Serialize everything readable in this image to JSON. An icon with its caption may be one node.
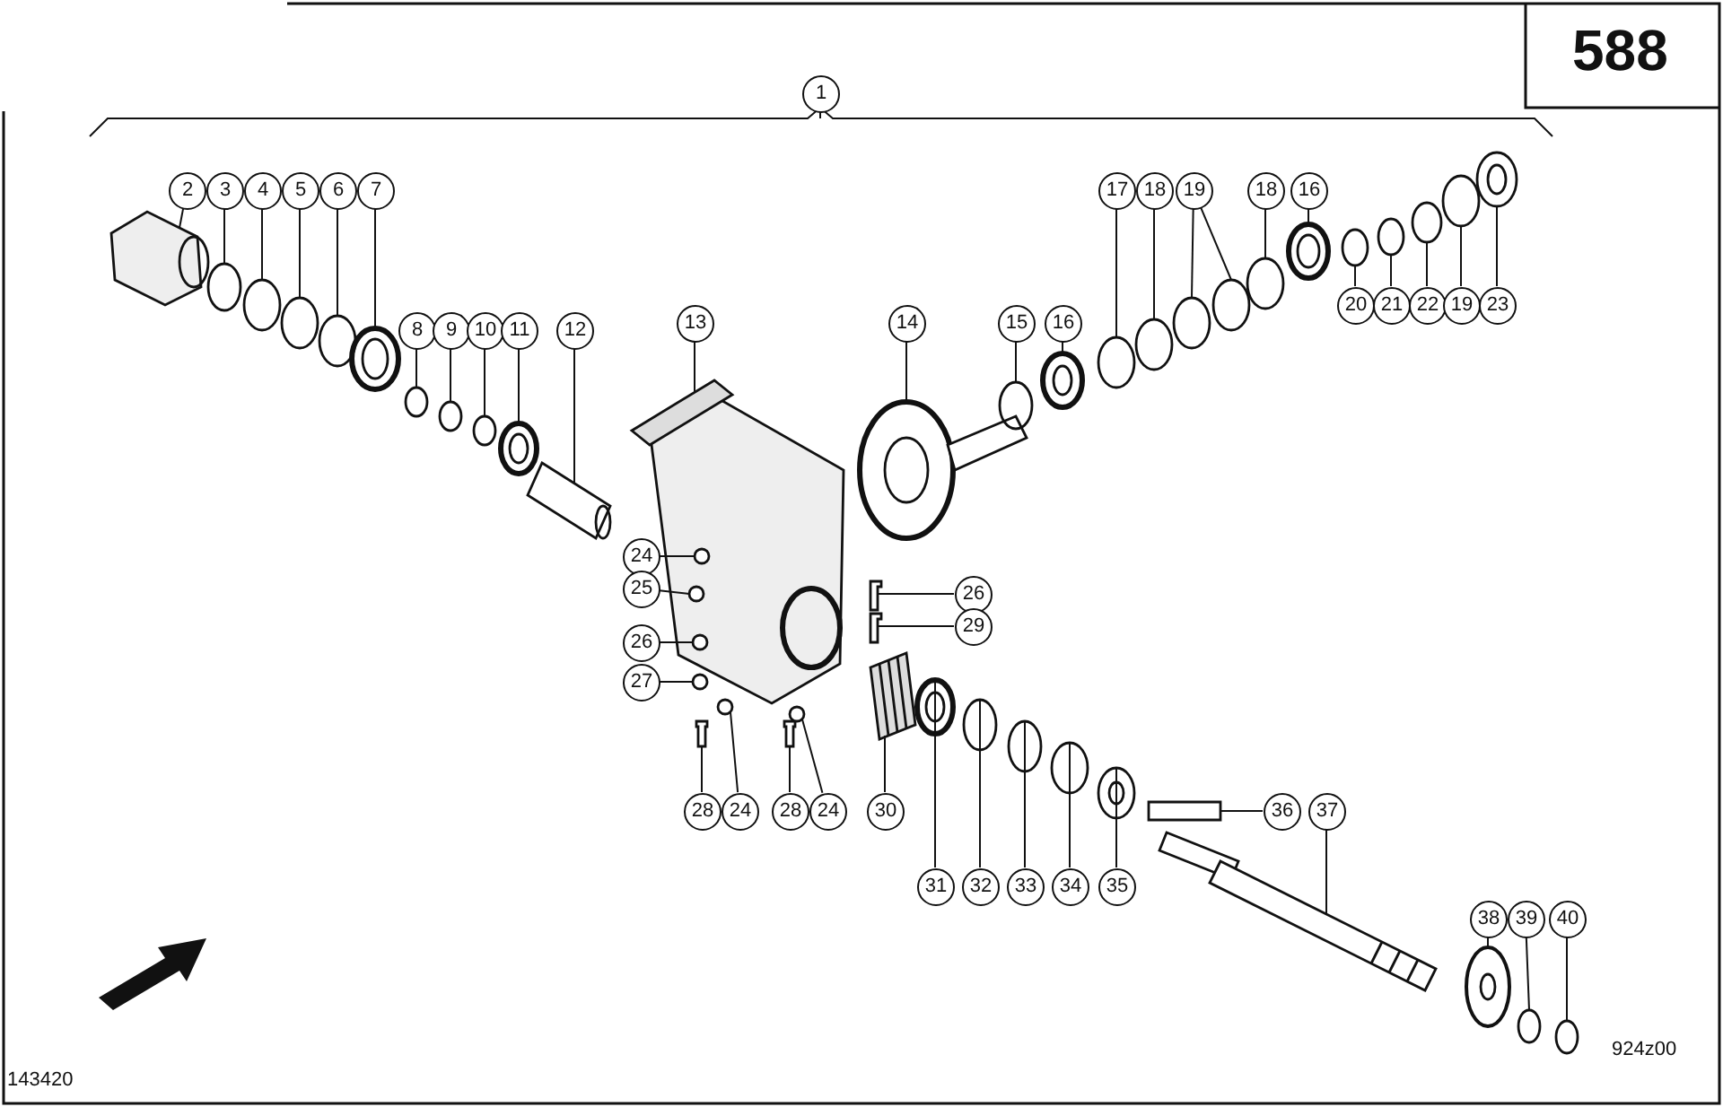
{
  "diagram": {
    "nodes": [
      {
        "text": [
          "1"
        ]
      },
      {
        "text": [
          "2"
        ]
      },
      {
        "text": [
          "3"
        ]
      },
      {
        "text": [
          "4"
        ]
      },
      {
        "text": [
          "5"
        ]
      },
      {
        "text": [
          "6"
        ]
      },
      {
        "text": [
          "7"
        ]
      },
      {
        "text": [
          "17"
        ]
      },
      {
        "text": [
          "18"
        ]
      },
      {
        "text": [
          "19"
        ]
      },
      {
        "text": [
          "18"
        ]
      },
      {
        "text": [
          "16"
        ]
      },
      {
        "text": [
          "20"
        ]
      },
      {
        "text": [
          "21"
        ]
      },
      {
        "text": [
          "22"
        ]
      },
      {
        "text": [
          "19"
        ]
      },
      {
        "text": [
          "23"
        ]
      },
      {
        "text": [
          "8"
        ]
      },
      {
        "text": [
          "9"
        ]
      },
      {
        "text": [
          "10"
        ]
      },
      {
        "text": [
          "11"
        ]
      },
      {
        "text": [
          "12"
        ]
      },
      {
        "text": [
          "13"
        ]
      },
      {
        "text": [
          "14"
        ]
      },
      {
        "text": [
          "15"
        ]
      },
      {
        "text": [
          "16"
        ]
      },
      {
        "text": [
          "24"
        ]
      },
      {
        "text": [
          "25"
        ]
      },
      {
        "text": [
          "26"
        ]
      },
      {
        "text": [
          "29"
        ]
      },
      {
        "text": [
          "26"
        ]
      },
      {
        "text": [
          "27"
        ]
      },
      {
        "text": [
          "28"
        ]
      },
      {
        "text": [
          "24"
        ]
      },
      {
        "text": [
          "28"
        ]
      },
      {
        "text": [
          "24"
        ]
      },
      {
        "text": [
          "30"
        ]
      },
      {
        "text": [
          "36"
        ]
      },
      {
        "text": [
          "37"
        ]
      },
      {
        "text": [
          "31"
        ]
      },
      {
        "text": [
          "32"
        ]
      },
      {
        "text": [
          "33"
        ]
      },
      {
        "text": [
          "34"
        ]
      },
      {
        "text": [
          "35"
        ]
      },
      {
        "text": [
          "38"
        ]
      },
      {
        "text": [
          "39"
        ]
      },
      {
        "text": [
          "40"
        ]
      },
      {
        "text": [],
        "shape": "picture"
      },
      {
        "text": [],
        "shape": "circle"
      },
      {
        "text": [],
        "shape": "circle"
      },
      {
        "text": [],
        "shape": "circle"
      },
      {
        "text": [],
        "shape": "circle"
      },
      {
        "text": [],
        "shape": "picture"
      },
      {
        "text": [],
        "shape": "circle"
      },
      {
        "text": [],
        "shape": "circle"
      },
      {
        "text": [],
        "shape": "circle"
      },
      {
        "text": [],
        "shape": "circle"
      },
      {
        "text": [],
        "shape": "circle"
      },
      {
        "text": [],
        "shape": "picture"
      },
      {
        "text": [],
        "shape": "circle"
      },
      {
        "text": [],
        "shape": "circle"
      },
      {
        "text": [],
        "shape": "circle"
      },
      {
        "text": [],
        "shape": "circle"
      },
      {
        "text": [],
        "shape": "picture"
      },
      {
        "text": [],
        "shape": "circle"
      },
      {
        "text": [],
        "shape": "circle"
      },
      {
        "text": [],
        "shape": "circle"
      },
      {
        "text": [],
        "shape": "picture"
      },
      {
        "text": [],
        "shape": "picture"
      },
      {
        "text": [],
        "shape": "picture"
      },
      {
        "text": [],
        "shape": "picture"
      },
      {
        "text": [],
        "shape": "circle"
      },
      {
        "text": [],
        "shape": "picture"
      },
      {
        "text": [],
        "shape": "circle",
        "in": 69
      },
      {
        "text": [],
        "shape": "circle",
        "in": 69
      },
      {
        "text": [],
        "shape": "picture"
      },
      {
        "text": [],
        "shape": "picture"
      },
      {
        "text": [],
        "shape": "circle",
        "in": 69
      },
      {
        "text": [],
        "shape": "circle"
      },
      {
        "text": [],
        "shape": "picture"
      },
      {
        "text": [],
        "shape": "circle"
      },
      {
        "text": [],
        "shape": "picture"
      },
      {
        "text": [],
        "shape": "circle"
      },
      {
        "text": [],
        "shape": "picture"
      },
      {
        "text": [],
        "shape": "box"
      },
      {
        "text": [],
        "shape": "picture"
      },
      {
        "text": [],
        "shape": "picture"
      },
      {
        "text": [],
        "shape": "circle"
      },
      {
        "text": [],
        "shape": "circle"
      },
      {
        "text": [],
        "shape": "circle"
      },
      {
        "text": [],
        "shape": "picture"
      },
      {
        "text": [],
        "shape": "picture"
      },
      {
        "text": [],
        "shape": "circle"
      },
      {
        "text": [],
        "shape": "circle"
      }
    ],
    "edges": [
      {
        "from": 0,
        "to": null,
        "arrow": "none"
      },
      {
        "from": 1,
        "to": 47,
        "arrow": "none"
      },
      {
        "from": 2,
        "to": 48,
        "arrow": "none"
      },
      {
        "from": 3,
        "to": 49,
        "arrow": "none"
      },
      {
        "from": 4,
        "to": 50,
        "arrow": "none"
      },
      {
        "from": 5,
        "to": 51,
        "arrow": "none"
      },
      {
        "from": 6,
        "to": 52,
        "arrow": "none"
      },
      {
        "from": 7,
        "to": 53,
        "arrow": "none"
      },
      {
        "from": 8,
        "to": 54,
        "arrow": "none"
      },
      {
        "from": 9,
        "to": 55,
        "arrow": "none"
      },
      {
        "from": 9,
        "to": 56,
        "arrow": "none"
      },
      {
        "from": 10,
        "to": 57,
        "arrow": "none"
      },
      {
        "from": 11,
        "to": 58,
        "arrow": "none"
      },
      {
        "from": 12,
        "to": 59,
        "arrow": "none"
      },
      {
        "from": 13,
        "to": 60,
        "arrow": "none"
      },
      {
        "from": 14,
        "to": 61,
        "arrow": "none"
      },
      {
        "from": 15,
        "to": 62,
        "arrow": "none"
      },
      {
        "from": 16,
        "to": 63,
        "arrow": "none"
      },
      {
        "from": 17,
        "to": 64,
        "arrow": "none"
      },
      {
        "from": 18,
        "to": 65,
        "arrow": "none"
      },
      {
        "from": 19,
        "to": 66,
        "arrow": "none"
      },
      {
        "from": 20,
        "to": 67,
        "arrow": "none"
      },
      {
        "from": 21,
        "to": 68,
        "arrow": "none"
      },
      {
        "from": 22,
        "to": 69,
        "arrow": "none"
      },
      {
        "from": 23,
        "to": 70,
        "arrow": "none"
      },
      {
        "from": 24,
        "to": 71,
        "arrow": "none"
      },
      {
        "from": 25,
        "to": 72,
        "arrow": "none"
      },
      {
        "from": 26,
        "to": 73,
        "arrow": "none"
      },
      {
        "from": 27,
        "to": 74,
        "arrow": "none"
      },
      {
        "from": 28,
        "to": 75,
        "arrow": "none"
      },
      {
        "from": 29,
        "to": 76,
        "arrow": "none"
      },
      {
        "from": 30,
        "to": 77,
        "arrow": "none"
      },
      {
        "from": 31,
        "to": 78,
        "arrow": "none"
      },
      {
        "from": 32,
        "to": 79,
        "arrow": "none"
      },
      {
        "from": 33,
        "to": 80,
        "arrow": "none"
      },
      {
        "from": 34,
        "to": 81,
        "arrow": "none"
      },
      {
        "from": 35,
        "to": 82,
        "arrow": "none"
      },
      {
        "from": 36,
        "to": 83,
        "arrow": "none"
      },
      {
        "from": 37,
        "to": 84,
        "arrow": "none"
      },
      {
        "from": 38,
        "to": 85,
        "arrow": "none"
      },
      {
        "from": 39,
        "to": 86,
        "arrow": "none"
      },
      {
        "from": 40,
        "to": 87,
        "arrow": "none"
      },
      {
        "from": 41,
        "to": 88,
        "arrow": "none"
      },
      {
        "from": 42,
        "to": 89,
        "arrow": "none"
      },
      {
        "from": 43,
        "to": 90,
        "arrow": "none"
      },
      {
        "from": 44,
        "to": 91,
        "arrow": "none"
      },
      {
        "from": 45,
        "to": 92,
        "arrow": "none"
      },
      {
        "from": 46,
        "to": 93,
        "arrow": "none"
      }
    ],
    "labels": [
      "588",
      "143420",
      "924z00"
    ]
  }
}
